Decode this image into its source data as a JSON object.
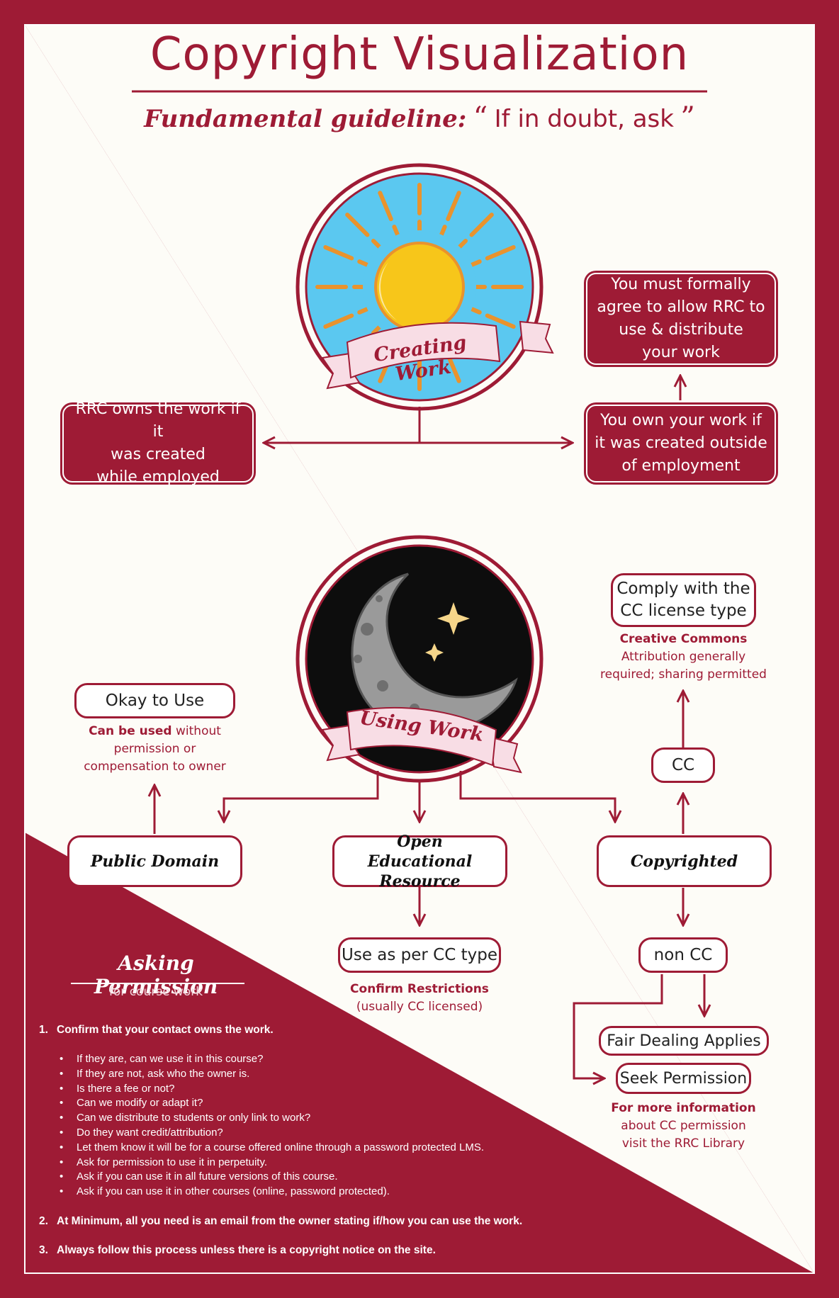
{
  "title": "Copyright Visualization",
  "guideline": {
    "label": "Fundamental guideline:",
    "open_quote": "“",
    "text": "If in doubt, ask",
    "close_quote": "”"
  },
  "creating": {
    "ribbon": "Creating Work",
    "rrc_owns": [
      "RRC owns the work if it",
      "was created",
      "while employed"
    ],
    "you_own": [
      "You own your work if",
      "it was created outside",
      "of employment"
    ],
    "must_agree": [
      "You must formally",
      "agree to allow RRC to",
      "use & distribute",
      "your work"
    ]
  },
  "using": {
    "ribbon": "Using Work",
    "public_domain": "Public Domain",
    "oer": [
      "Open",
      "Educational Resource"
    ],
    "copyrighted": "Copyrighted",
    "okay_to_use": "Okay to Use",
    "okay_note": {
      "bold": "Can be used",
      "rest1": " without",
      "line2": "permission or",
      "line3": "compensation to owner"
    },
    "use_as_per": "Use as per CC type",
    "confirm_note": {
      "bold": "Confirm Restrictions",
      "line2": "(usually CC licensed)"
    },
    "cc": "CC",
    "comply": [
      "Comply with the",
      "CC license type"
    ],
    "cc_note": {
      "bold": "Creative Commons",
      "line2": "Attribution generally",
      "line3": "required; sharing permitted"
    },
    "non_cc": "non CC",
    "fair_dealing": "Fair Dealing Applies",
    "seek_permission": "Seek Permission",
    "info_note": {
      "bold": "For more information",
      "line2": "about CC permission",
      "line3": "visit the RRC Library"
    }
  },
  "asking": {
    "title": "Asking Permission",
    "subtitle": "for course work",
    "steps": [
      {
        "num": "1.",
        "text": "Confirm that your contact owns the work."
      },
      {
        "num": "2.",
        "text": "At Minimum, all you need is an email from the owner stating if/how you can use the work."
      },
      {
        "num": "3.",
        "text": "Always follow this process unless there is a copyright notice on the site."
      }
    ],
    "bullets": [
      "If they are, can we use it in this course?",
      "If they are not, ask who the owner is.",
      "Is there a fee or not?",
      "Can we modify or adapt it?",
      "Can we distribute to students or only link to work?",
      "Do they want credit/attribution?",
      "Let them know it will be for a course offered online through a password protected LMS.",
      "Ask for permission to use it in perpetuity.",
      "Ask if you can use it in all future versions of this course.",
      "Ask if you can use it in other courses (online, password protected)."
    ]
  },
  "colors": {
    "brand": "#9e1b35",
    "paper": "#fdfcf7",
    "sky": "#5bc8f0",
    "sun": "#f7c61a",
    "ray": "#e9932d",
    "night": "#0d0d0d",
    "ribbon": "#f8dde5",
    "star": "#f6d68a"
  }
}
